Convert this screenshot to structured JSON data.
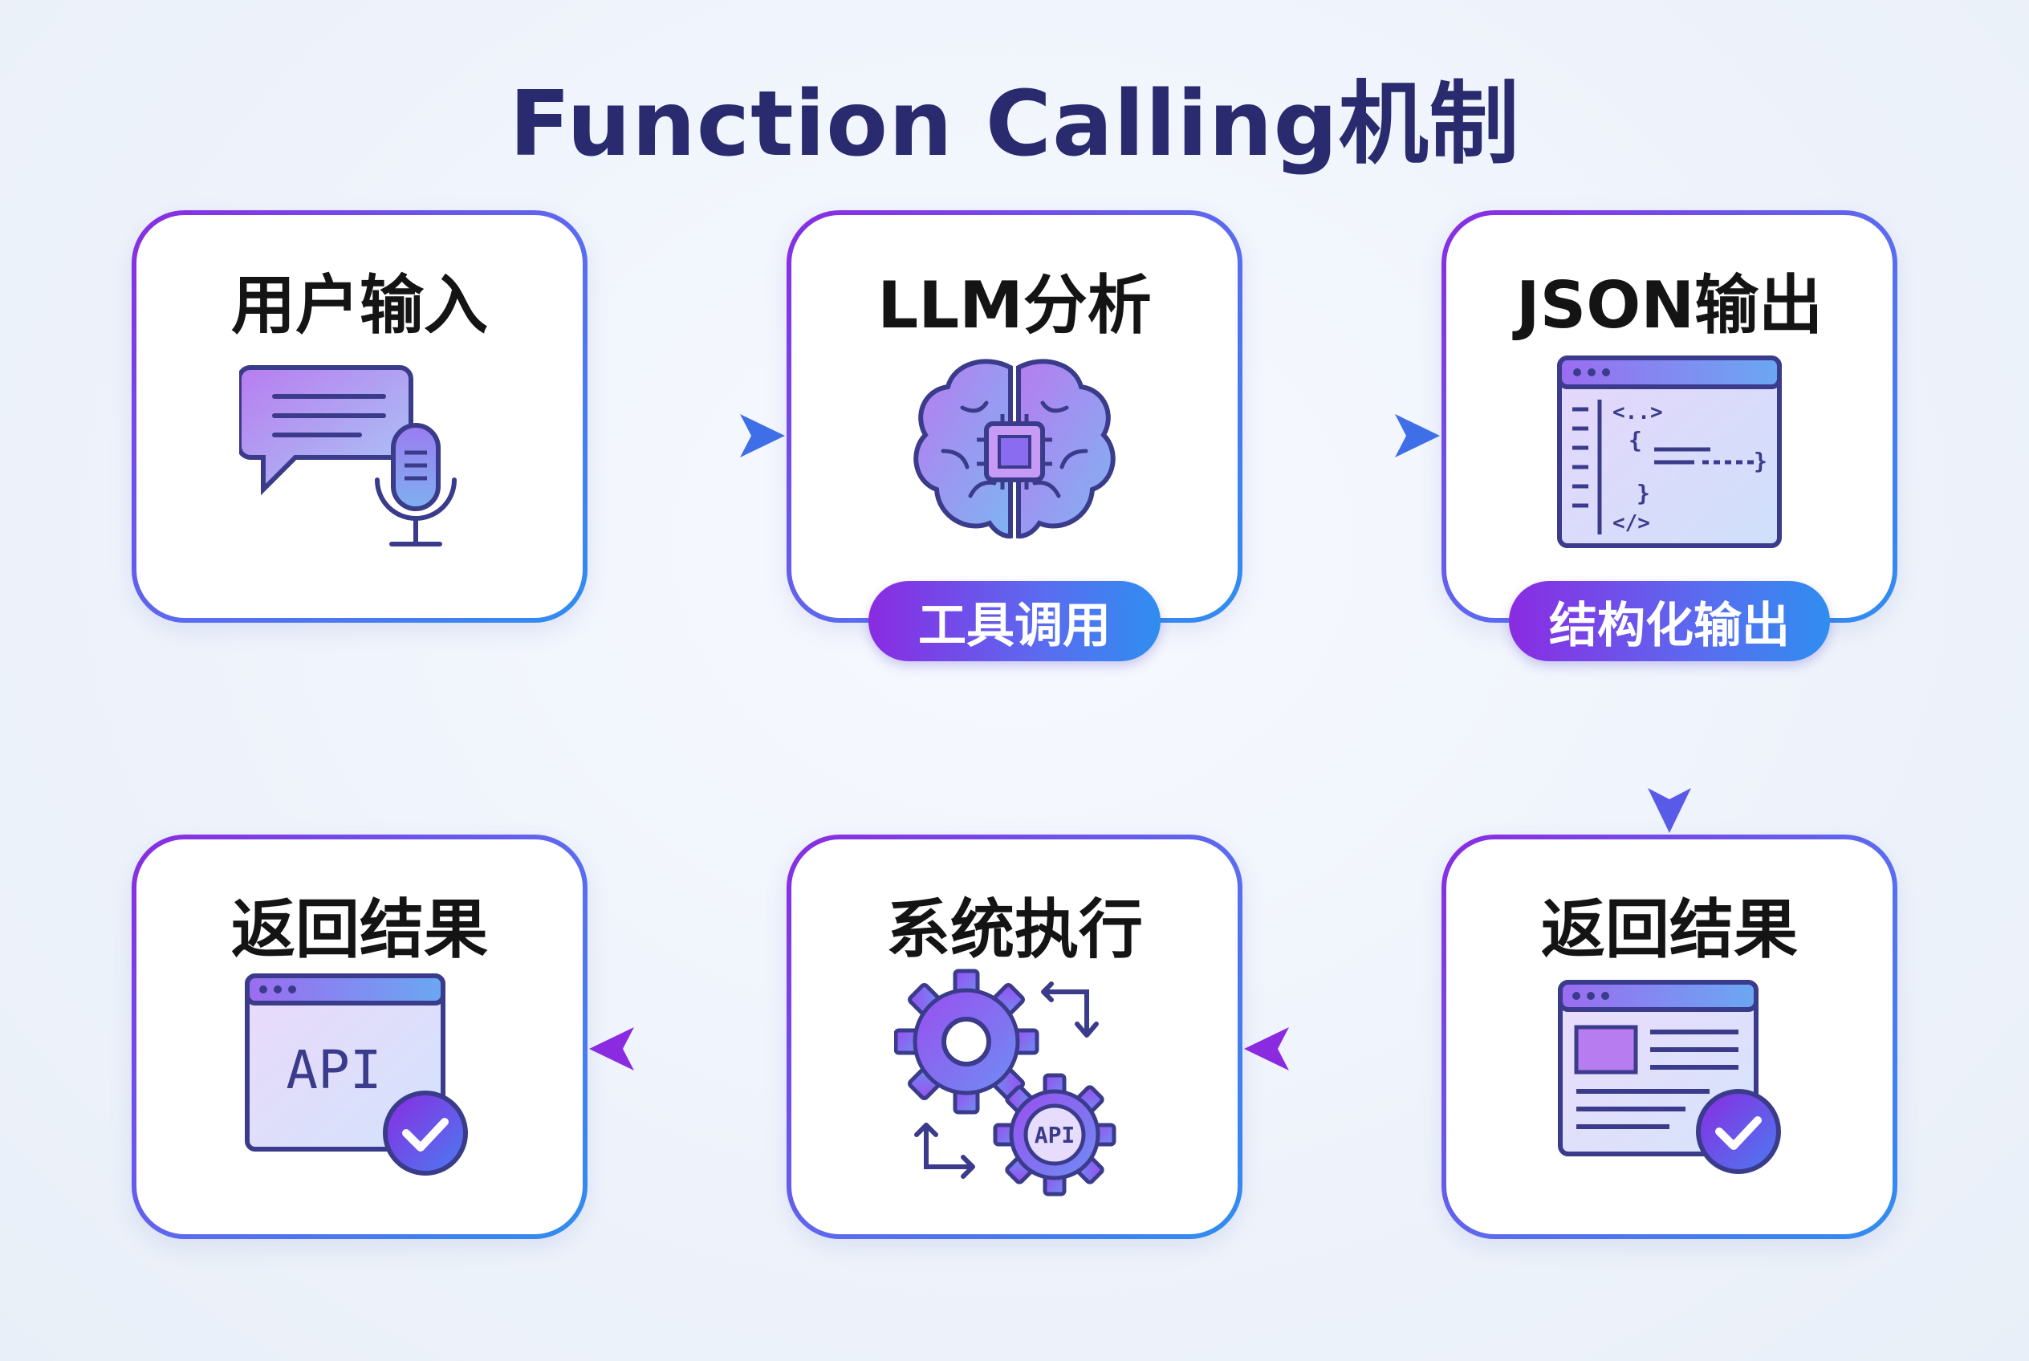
{
  "title": "Function Calling机制",
  "nodes": [
    {
      "id": "n1",
      "title": "用户输入"
    },
    {
      "id": "n2",
      "title": "LLM分析",
      "badge": "工具调用"
    },
    {
      "id": "n3",
      "title": "JSON输出",
      "badge": "结构化输出"
    },
    {
      "id": "n4",
      "title": "返回结果"
    },
    {
      "id": "n5",
      "title": "系统执行"
    },
    {
      "id": "n6",
      "title": "返回结果"
    }
  ],
  "icon_labels": {
    "api_gear": "API",
    "api_window": "API"
  },
  "icons": [
    "chat-microphone-icon",
    "brain-chip-icon",
    "code-window-icon",
    "document-check-icon",
    "gears-api-icon",
    "api-window-check-icon"
  ],
  "colors": {
    "accent_purple": "#8a2be2",
    "accent_blue": "#2f8ef0",
    "title": "#2a2a6e"
  }
}
